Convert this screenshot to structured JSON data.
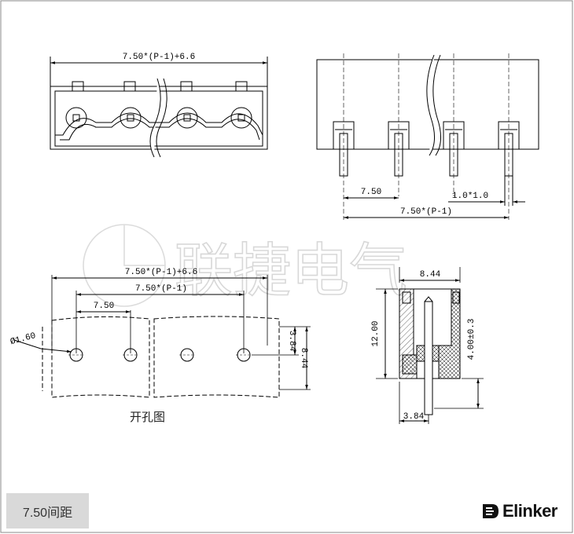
{
  "watermark": {
    "text": "联捷电气"
  },
  "top_view": {
    "overall_dim": "7.50*(P-1)+6.6"
  },
  "side_view": {
    "pitch_dim": "7.50",
    "pin_dim": "1.0*1.0",
    "span_dim": "7.50*(P-1)"
  },
  "hole_pattern": {
    "overall_dim": "7.50*(P-1)+6.6",
    "span_dim": "7.50*(P-1)",
    "pitch_dim": "7.50",
    "hole_dia": "Ø1.60",
    "row_offset": "3.84",
    "depth": "8.44",
    "caption": "开孔图"
  },
  "end_view": {
    "width": "8.44",
    "height": "12.00",
    "pin_length": "4.00±0.3",
    "pin_offset": "3.84"
  },
  "footer": {
    "pitch_label": "7.50间距",
    "brand": "Elinker",
    "brand_icon": "elinker-logo-icon"
  }
}
